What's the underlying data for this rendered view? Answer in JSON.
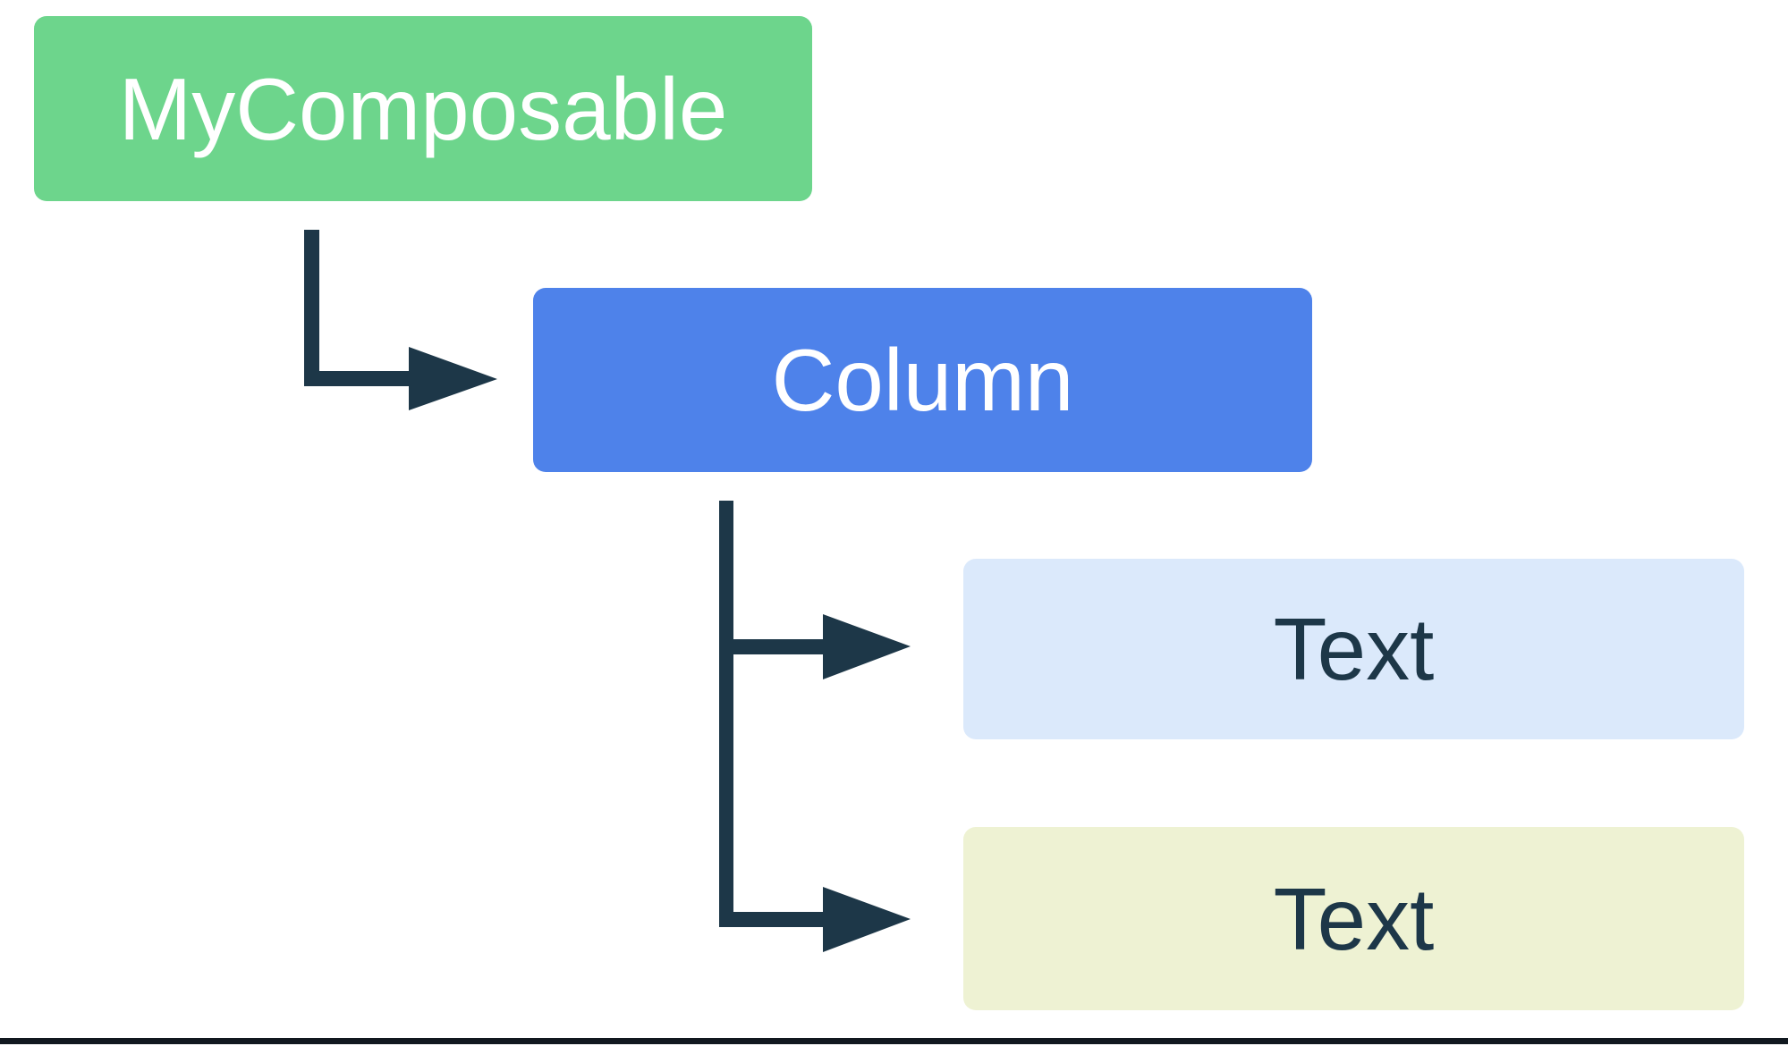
{
  "diagram": {
    "type": "ui-hierarchy-tree",
    "nodes": {
      "root": {
        "label": "MyComposable"
      },
      "column": {
        "label": "Column"
      },
      "text1": {
        "label": "Text"
      },
      "text2": {
        "label": "Text"
      }
    },
    "edges": [
      {
        "from": "MyComposable",
        "to": "Column"
      },
      {
        "from": "Column",
        "to": "Text"
      },
      {
        "from": "Column",
        "to": "Text"
      }
    ]
  },
  "colors": {
    "canvas-bg": "#ffffff",
    "root-bg": "#6dd58c",
    "column-bg": "#4e82ea",
    "text1-bg": "#dbe9fb",
    "text2-bg": "#eef2d3",
    "node-text-light": "#ffffff",
    "node-text-dark": "#1d3748",
    "arrow-color": "#1d3748",
    "bottom-rule": "#11181f"
  }
}
